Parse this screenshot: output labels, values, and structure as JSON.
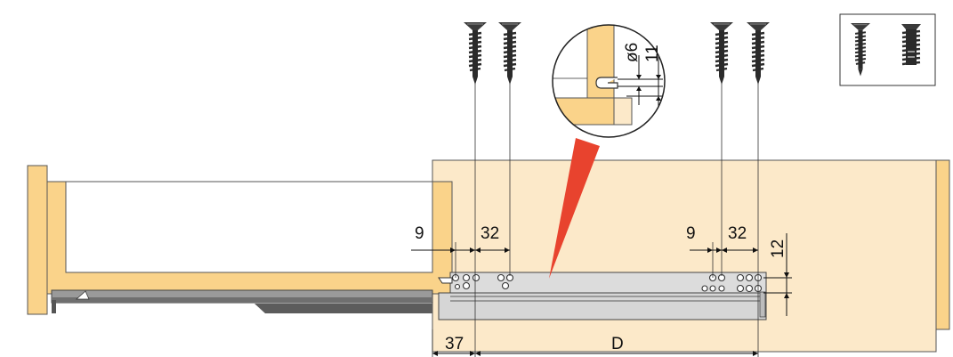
{
  "dimensions": {
    "d9_left": "9",
    "d32_left": "32",
    "d9_right": "9",
    "d32_right": "32",
    "d12": "12",
    "d37": "37",
    "dD": "D",
    "dphi6": "ø6",
    "d11": "11"
  },
  "colors": {
    "wood": "#fad38a",
    "wood_light": "#fae0b4",
    "cabinet_panel": "#fce9c9",
    "rail_light": "#dcdcdc",
    "rail_dark": "#8c8c8c",
    "callout_red": "#e8432e"
  },
  "icons": [
    "countersunk-screw-icon",
    "euro-screw-icon"
  ]
}
